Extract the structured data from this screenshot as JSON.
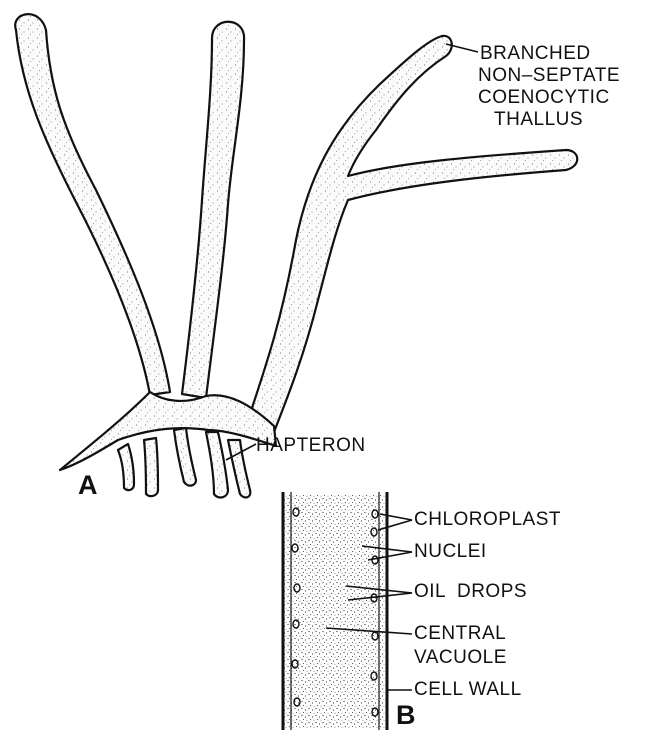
{
  "figure": {
    "part_a": {
      "letter": "A",
      "labels": {
        "thallus": [
          "BRANCHED",
          "NON–SEPTATE",
          "COENOCYTIC",
          "THALLUS"
        ],
        "hapteron": "HAPTERON"
      }
    },
    "part_b": {
      "letter": "B",
      "labels": {
        "chloroplast": "CHLOROPLAST",
        "nuclei": "NUCLEI",
        "oil_drops": "OIL  DROPS",
        "central_vacuole": [
          "CENTRAL",
          "VACUOLE"
        ],
        "cell_wall": "CELL WALL"
      }
    }
  },
  "colors": {
    "ink": "#111111",
    "background": "#ffffff"
  }
}
